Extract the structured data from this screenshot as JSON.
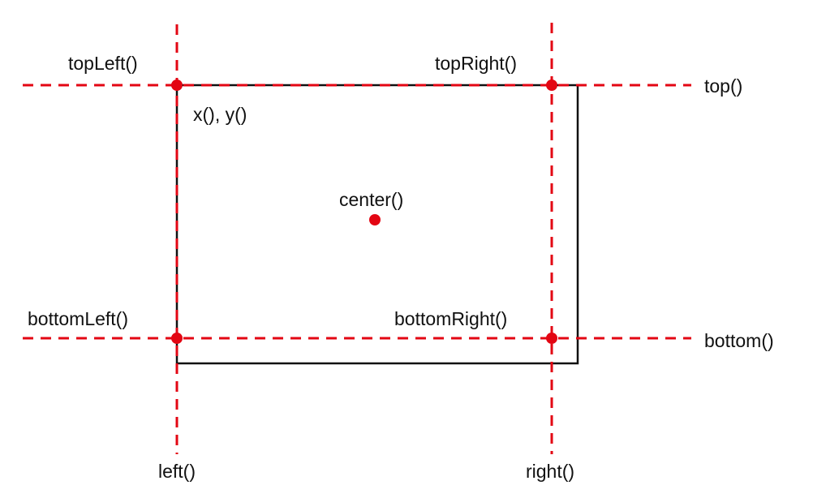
{
  "labels": {
    "top_left": "topLeft()",
    "top_right": "topRight()",
    "top": "top()",
    "xy": "x(), y()",
    "center": "center()",
    "bottom_left": "bottomLeft()",
    "bottom_right": "bottomRight()",
    "bottom": "bottom()",
    "left": "left()",
    "right": "right()"
  },
  "colors": {
    "guide": "#e30613",
    "outline": "#111111",
    "background": "#ffffff"
  }
}
